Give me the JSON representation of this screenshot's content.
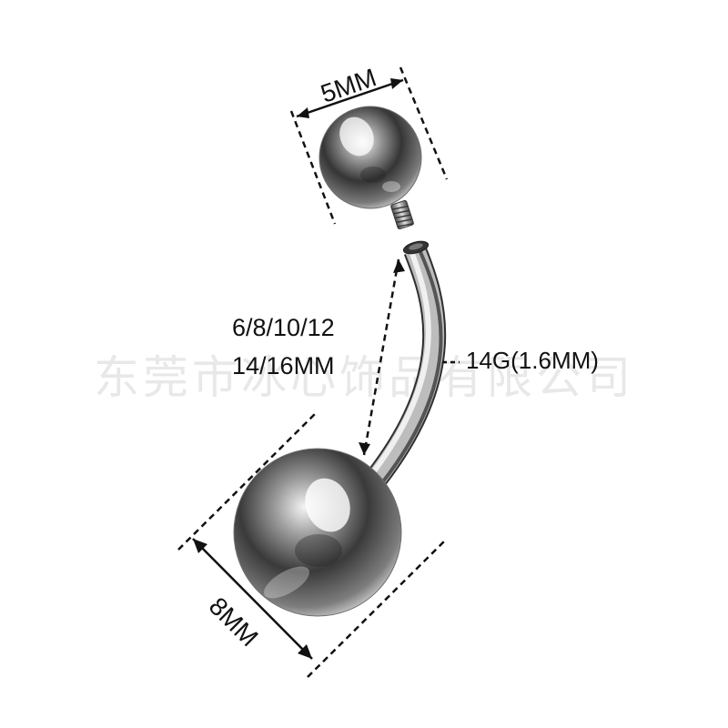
{
  "watermark": "东莞市冰心饰品有限公司",
  "labels": {
    "top_ball_size": "5MM",
    "bar_length_line1": "6/8/10/12",
    "bar_length_line2": "14/16MM",
    "gauge": "14G(1.6MM)",
    "bottom_ball_size": "8MM"
  },
  "colors": {
    "background": "#ffffff",
    "dimension_line": "#111111",
    "metal_dark": "#2b2b2b",
    "metal_light": "#f2f2f2"
  }
}
